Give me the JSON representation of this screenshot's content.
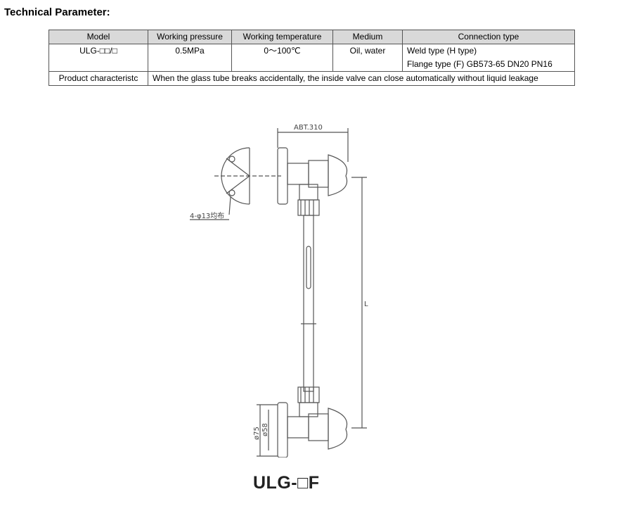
{
  "heading": "Technical Parameter:",
  "table": {
    "headers": [
      "Model",
      "Working pressure",
      "Working temperature",
      "Medium",
      "Connection type"
    ],
    "row1": {
      "model": "ULG-□□/□",
      "pressure": "0.5MPa",
      "temperature": "0～100℃",
      "medium": "Oil, water",
      "connection_line1": "Weld type (H type)",
      "connection_line2": "Flange type (F) GB573-65 DN20 PN16"
    },
    "row2": {
      "label": "Product characteristc",
      "text": "When the glass tube breaks accidentally, the inside valve can close automatically without liquid leakage"
    }
  },
  "drawing": {
    "dim_top": "ABT.310",
    "dim_holes": "4-φ13均布",
    "dim_d1": "ø75",
    "dim_d2": "ø58",
    "dim_length": "L"
  },
  "caption": "ULG-□F"
}
